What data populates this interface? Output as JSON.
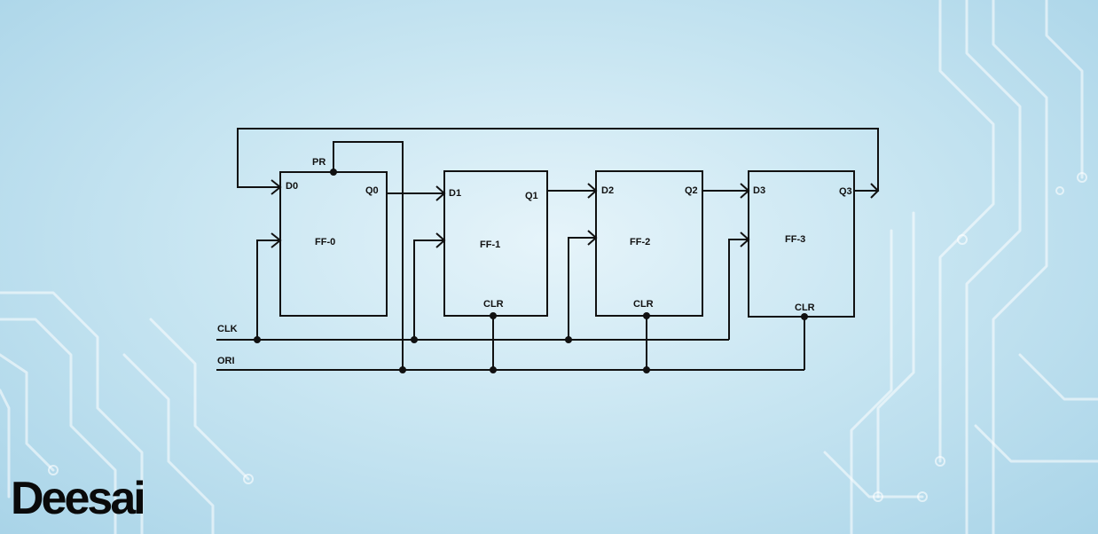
{
  "diagram": {
    "flip_flops": [
      {
        "name": "FF-0",
        "input": "D0",
        "output": "Q0",
        "control": "PR"
      },
      {
        "name": "FF-1",
        "input": "D1",
        "output": "Q1",
        "control": "CLR"
      },
      {
        "name": "FF-2",
        "input": "D2",
        "output": "Q2",
        "control": "CLR"
      },
      {
        "name": "FF-3",
        "input": "D3",
        "output": "Q3",
        "control": "CLR"
      }
    ],
    "signals": {
      "clock": "CLK",
      "reset": "ORI"
    }
  },
  "logo": {
    "text": "Deesai"
  },
  "colors": {
    "line": "#111111",
    "background": "#c9e6f2",
    "trace": "#ffffff"
  }
}
